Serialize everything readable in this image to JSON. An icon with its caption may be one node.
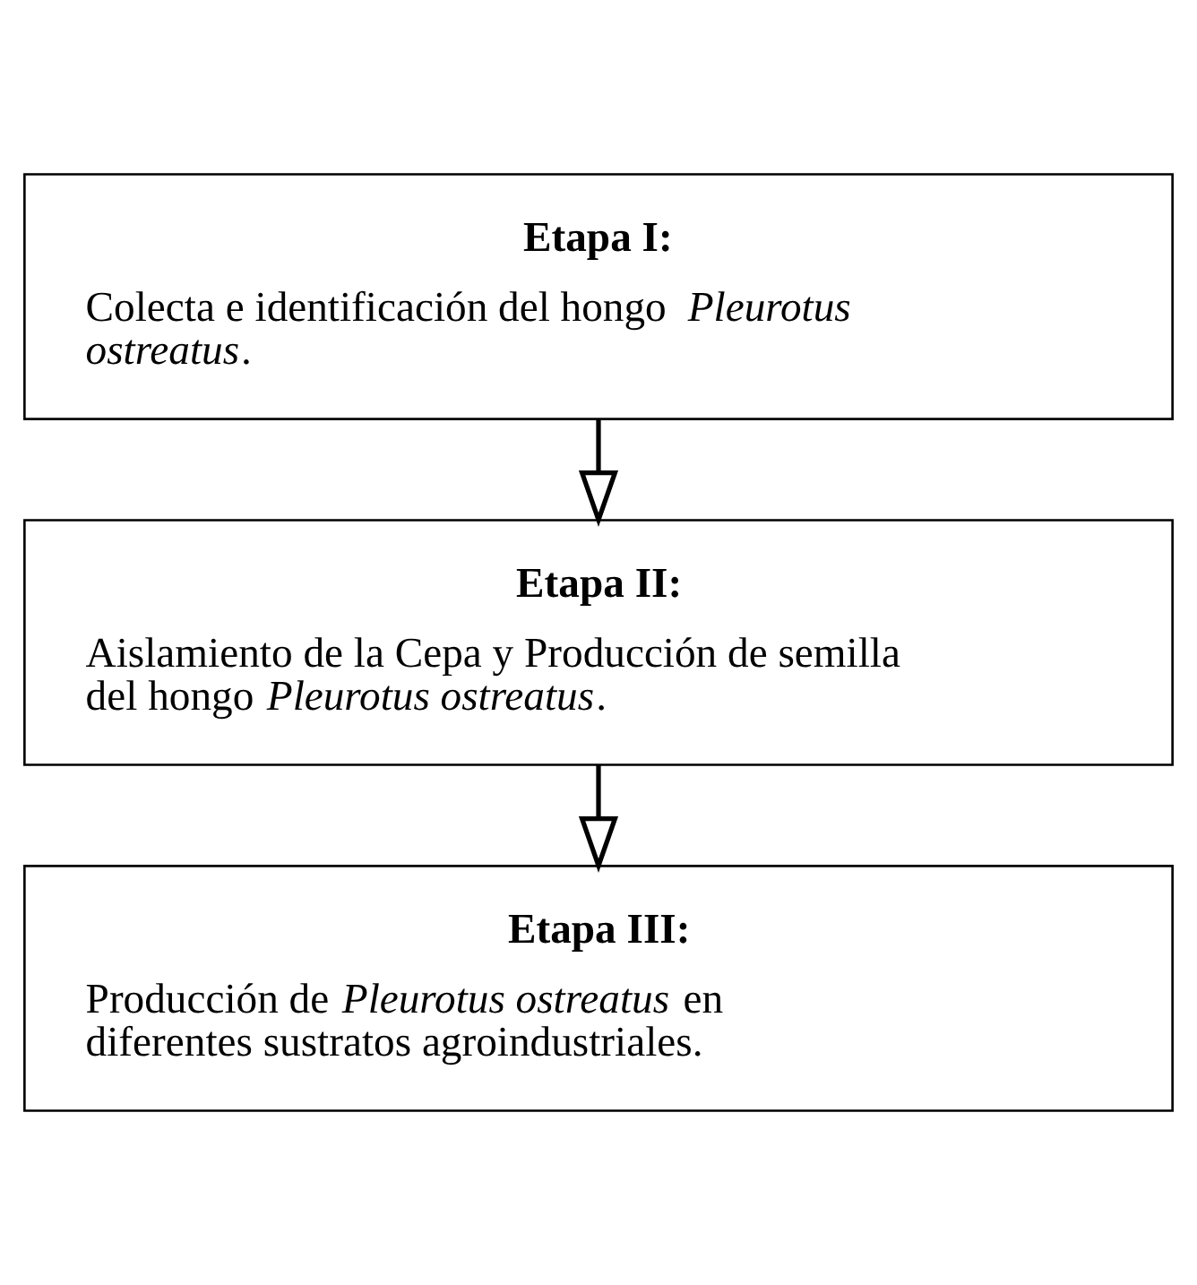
{
  "diagram": {
    "nodes": [
      {
        "text": [
          "Etapa I:",
          "Colecta e identificación del hongo *Pleurotus ostreatus*."
        ]
      },
      {
        "text": [
          "Etapa II:",
          "Aislamiento de la Cepa y Producción de semilla del hongo *Pleurotus ostreatus*."
        ]
      },
      {
        "text": [
          "Etapa III:",
          "Producción de *Pleurotus ostreatus* en diferentes sustratos agroindustriales."
        ]
      }
    ],
    "edges": [
      {
        "from": 0,
        "to": 1,
        "arrow": "to"
      },
      {
        "from": 1,
        "to": 2,
        "arrow": "to"
      }
    ]
  }
}
